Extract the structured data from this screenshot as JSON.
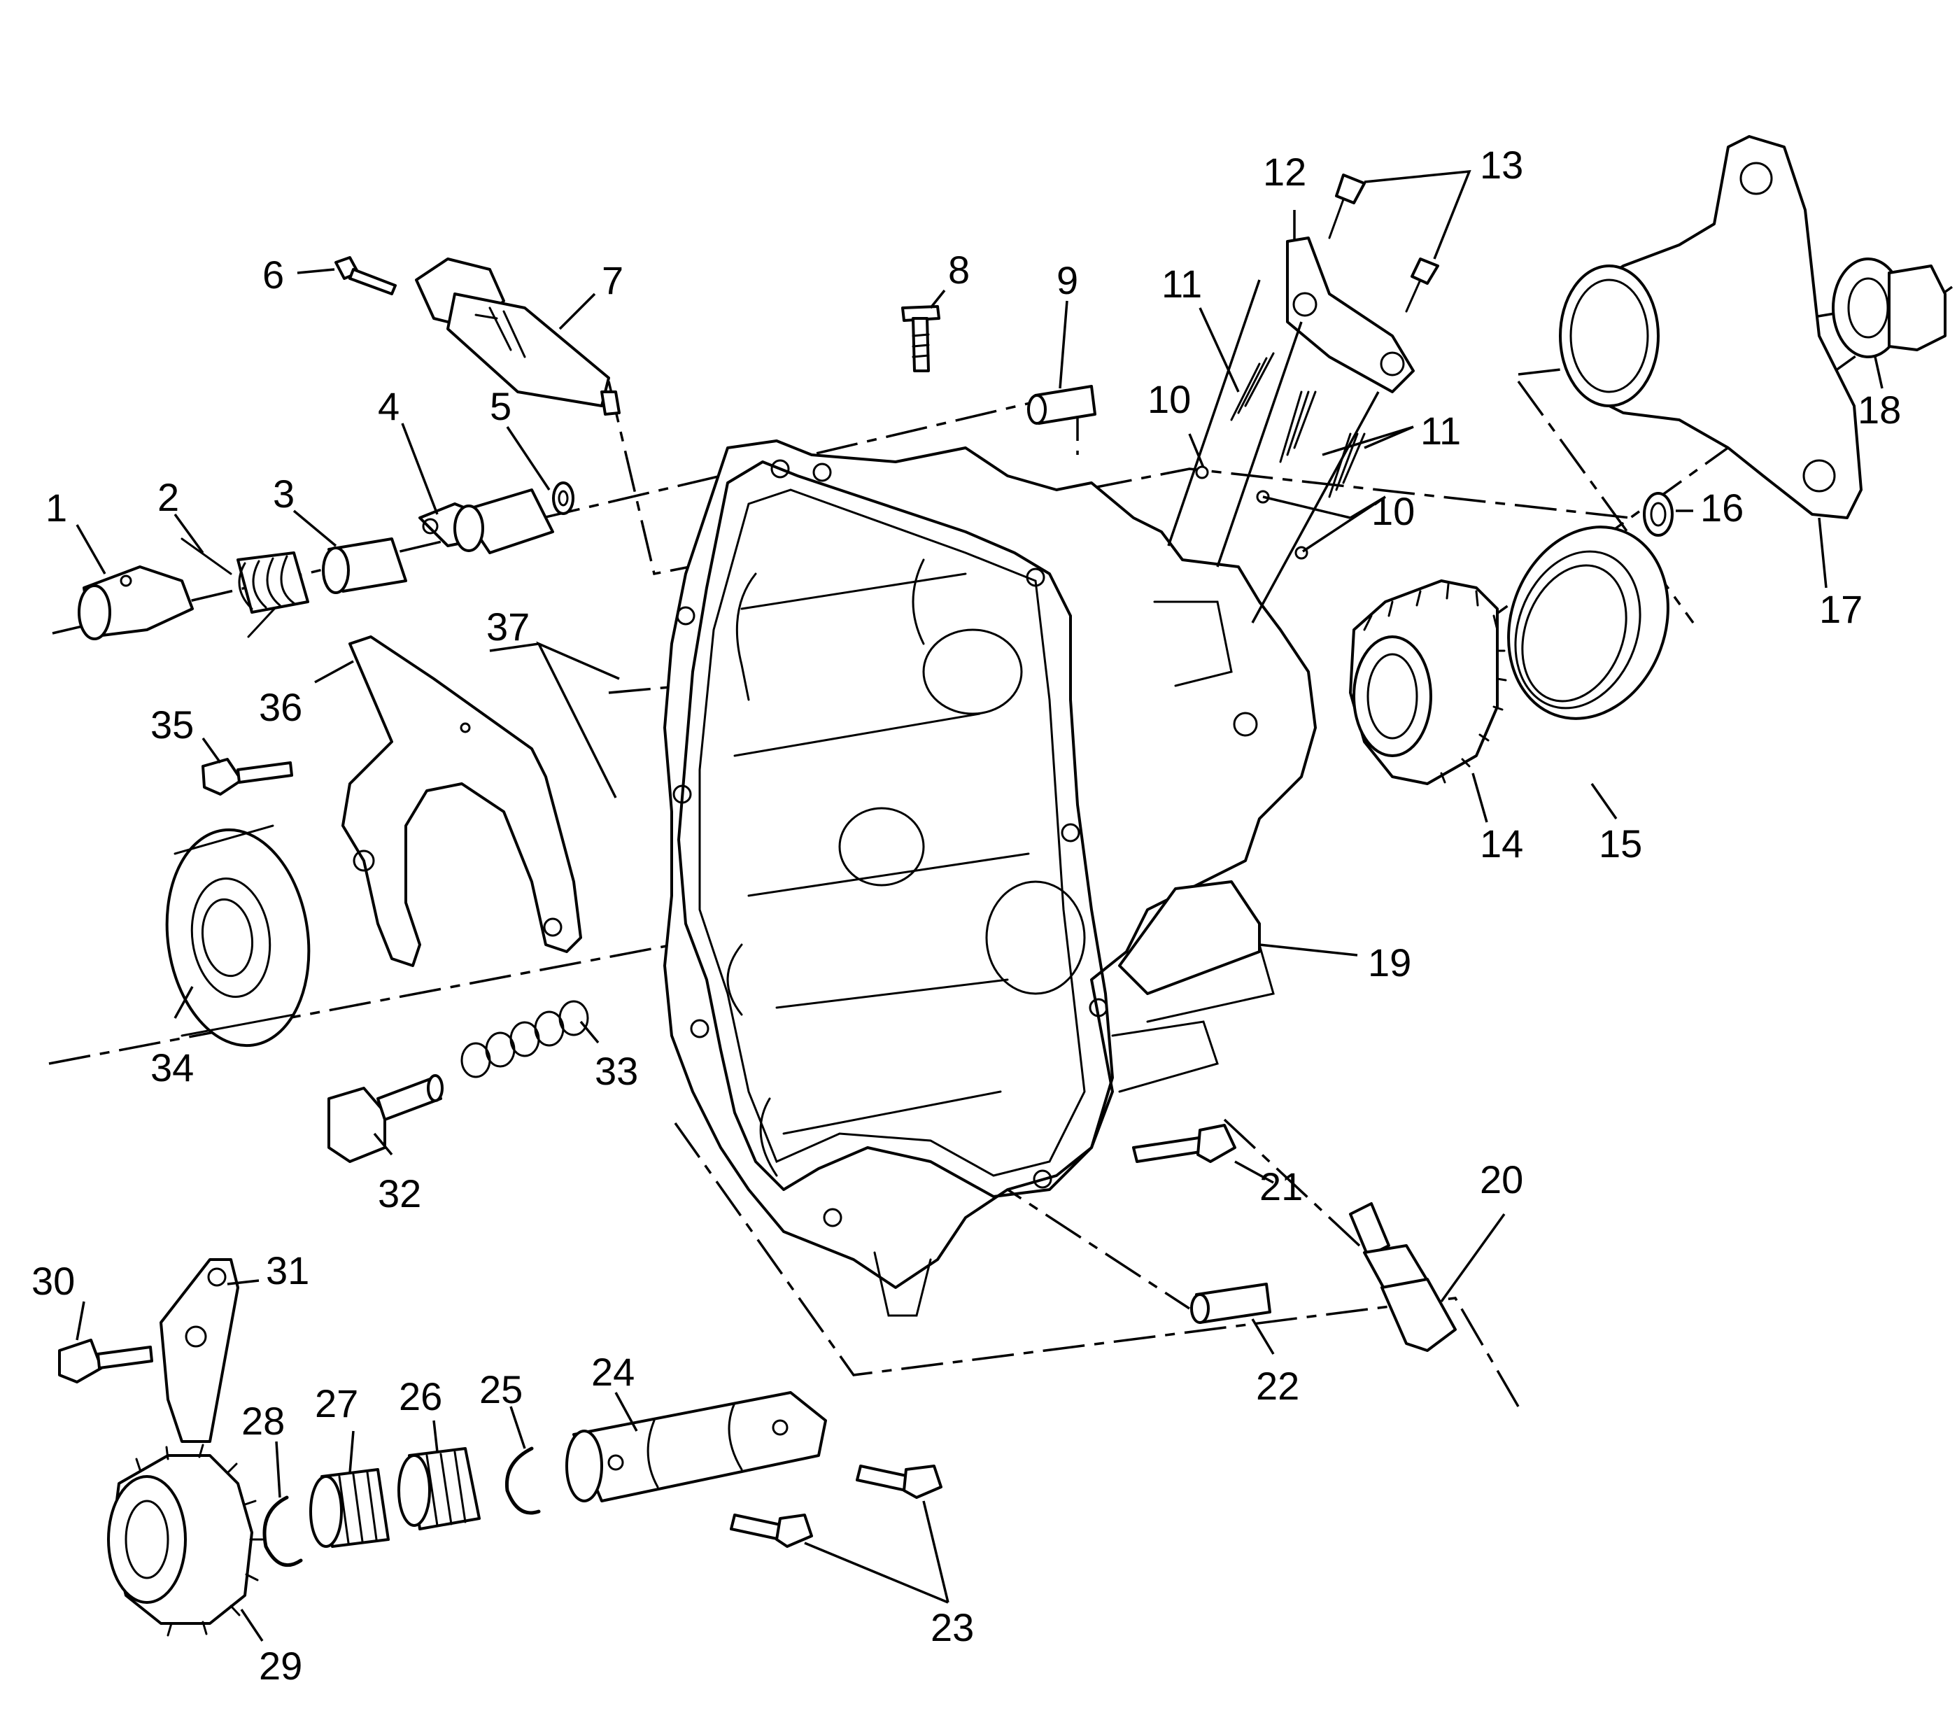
{
  "diagram": {
    "callouts": {
      "c1": "1",
      "c2": "2",
      "c3": "3",
      "c4": "4",
      "c5": "5",
      "c6": "6",
      "c7": "7",
      "c8": "8",
      "c9": "9",
      "c10a": "10",
      "c10b": "10",
      "c11a": "11",
      "c11b": "11",
      "c12": "12",
      "c13": "13",
      "c14": "14",
      "c15": "15",
      "c16": "16",
      "c17": "17",
      "c18": "18",
      "c19": "19",
      "c20": "20",
      "c21": "21",
      "c22": "22",
      "c23": "23",
      "c24": "24",
      "c25": "25",
      "c26": "26",
      "c27": "27",
      "c28": "28",
      "c29": "29",
      "c30": "30",
      "c31": "31",
      "c32": "32",
      "c33": "33",
      "c34": "34",
      "c35": "35",
      "c36": "36",
      "c37": "37"
    }
  }
}
